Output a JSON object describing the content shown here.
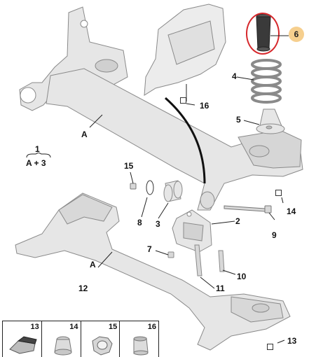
{
  "callouts": {
    "c1": "1",
    "c1_formula": "A + 3",
    "A_top": "A",
    "A_bottom": "A",
    "c2": "2",
    "c3": "3",
    "c4": "4",
    "c5": "5",
    "c6": "6",
    "c7": "7",
    "c8": "8",
    "c9": "9",
    "c10": "10",
    "c11": "11",
    "c12": "12",
    "c13": "13",
    "c14": "14",
    "c15": "15",
    "c16": "16"
  },
  "legend": {
    "items": [
      "13",
      "14",
      "15",
      "16"
    ]
  },
  "colors": {
    "part_fill": "#e6e6e6",
    "part_shade": "#cfcfcf",
    "part_stroke": "#8a8a8a",
    "highlight_ring": "#d6282c",
    "highlight_badge": "#f6cf8e",
    "pipe": "#111111"
  }
}
